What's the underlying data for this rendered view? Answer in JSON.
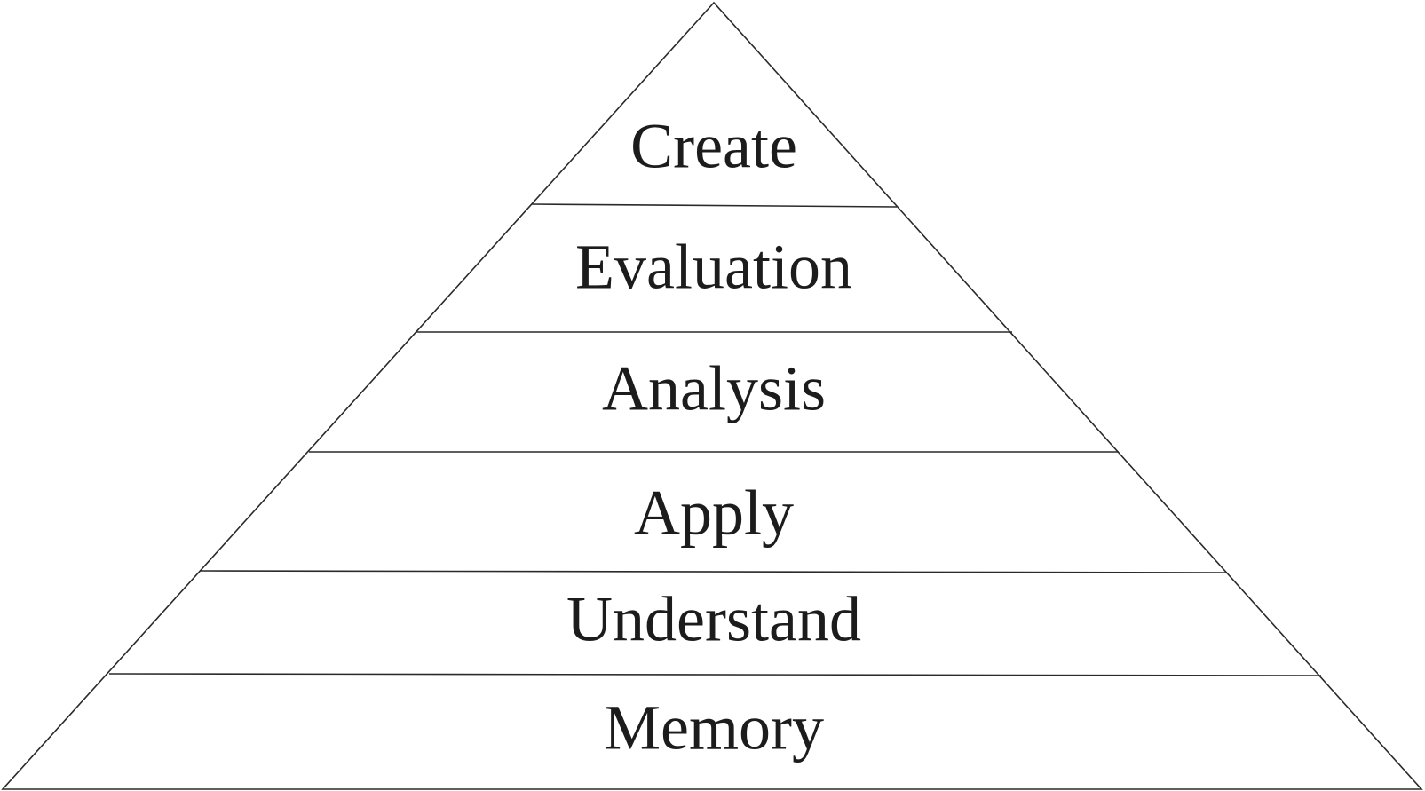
{
  "diagram": {
    "levels": [
      {
        "label": "Create"
      },
      {
        "label": "Evaluation"
      },
      {
        "label": "Analysis"
      },
      {
        "label": "Apply"
      },
      {
        "label": "Understand"
      },
      {
        "label": "Memory"
      }
    ]
  }
}
